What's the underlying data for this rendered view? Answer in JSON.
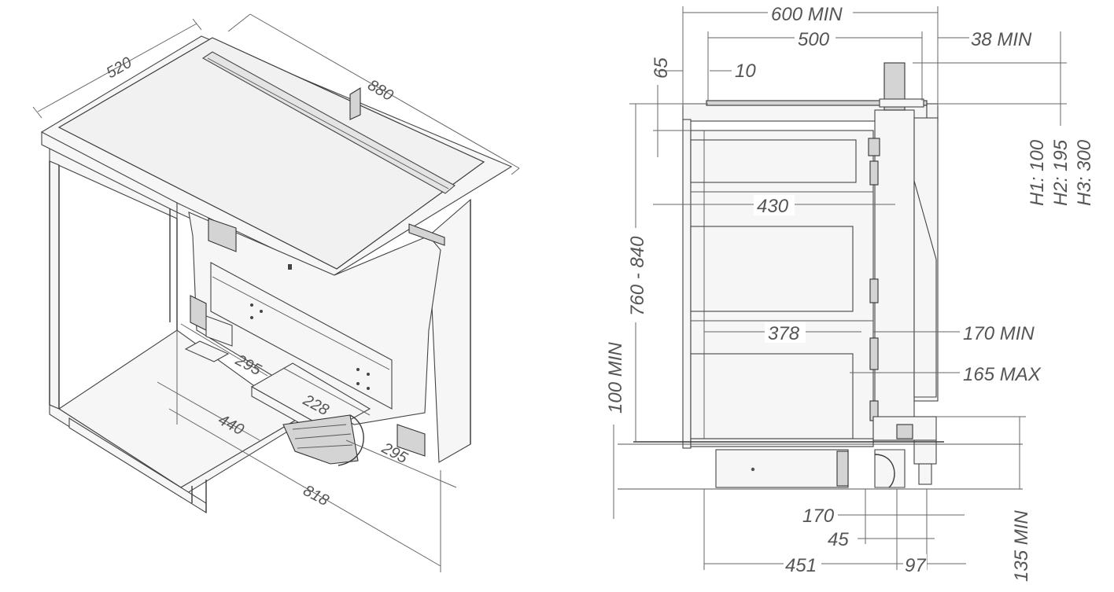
{
  "isometric": {
    "dims": {
      "d520": "520",
      "d880": "880",
      "d295a": "295",
      "d228": "228",
      "d440": "440",
      "d295b": "295",
      "d818": "818"
    }
  },
  "side": {
    "dims": {
      "d600min": "600 MIN",
      "d500": "500",
      "d38min": "38 MIN",
      "d65": "65",
      "d10": "10",
      "d430": "430",
      "d760_840": "760 - 840",
      "d378": "378",
      "d170min": "170 MIN",
      "d165max": "165 MAX",
      "d100min": "100 MIN",
      "d170": "170",
      "d45": "45",
      "d451": "451",
      "d97": "97",
      "d135min": "135 MIN",
      "h1": "H1: 100",
      "h2": "H2: 195",
      "h3": "H3: 300"
    }
  }
}
